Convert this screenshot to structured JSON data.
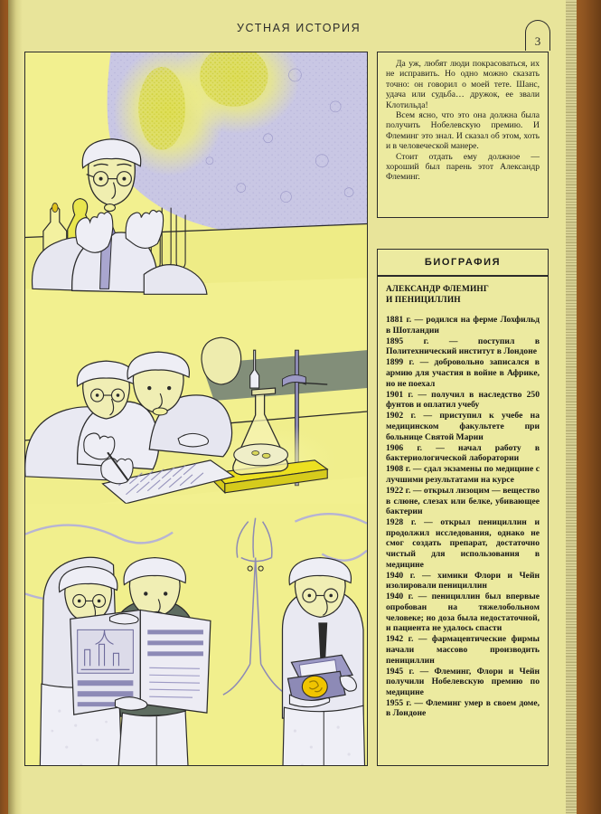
{
  "page": {
    "running_head": "УСТНАЯ ИСТОРИЯ",
    "page_number": "3",
    "paper_color": "#e8e49a",
    "ink_color": "#1b1b1b"
  },
  "intro": {
    "paragraphs": [
      "Да уж, любят люди покрасоваться, их не исправить. Но одно можно сказать точно: он говорил о моей тете. Шанс, удача или судьба… дружок, ее звали Клотильда!",
      "Всем ясно, что это она должна была получить Нобелевскую премию. И Флеминг это знал. И сказал об этом, хоть и в человеческой манере.",
      "Стоит отдать ему должное — хороший был парень этот Александр Флеминг."
    ]
  },
  "biography": {
    "section_header": "БИОГРАФИЯ",
    "title": "АЛЕКСАНДР ФЛЕМИНГ\nИ ПЕНИЦИЛЛИН",
    "entries": [
      {
        "year": "1881 г.",
        "text": "родился на ферме Лохфильд в Шотландии"
      },
      {
        "year": "1895 г.",
        "text": "поступил в Политехнический институт в Лондоне"
      },
      {
        "year": "1899 г.",
        "text": "добровольно записался в армию для участия в войне в Африке, но не поехал"
      },
      {
        "year": "1901 г.",
        "text": "получил в наследство 250 фунтов и оплатил учебу"
      },
      {
        "year": "1902 г.",
        "text": "приступил к учебе на медицинском факультете при больнице Святой Марии"
      },
      {
        "year": "1906 г.",
        "text": "начал работу в бактериологической лаборатории"
      },
      {
        "year": "1908 г.",
        "text": "сдал экзамены по медицине с лучшими результатами на курсе"
      },
      {
        "year": "1922 г.",
        "text": "открыл лизоцим — вещество в слюне, слезах или белке, убивающее бактерии"
      },
      {
        "year": "1928 г.",
        "text": "открыл пенициллин и продолжил исследования, однако не смог создать препарат, достаточно чистый для использования в медицине"
      },
      {
        "year": "1940 г.",
        "text": "химики Флори и Чейн изолировали пенициллин"
      },
      {
        "year": "1940 г.",
        "text": "пенициллин был впервые опробован на тяжелобольном человеке; но доза была недостаточной, и пациента не удалось спасти"
      },
      {
        "year": "1942 г.",
        "text": "фармацевтические фирмы начали массово производить пенициллин"
      },
      {
        "year": "1945 г.",
        "text": "Флеминг, Флори и Чейн получили Нобелевскую премию по медицине"
      },
      {
        "year": "1955 г.",
        "text": "Флеминг умер в своем доме, в Лондоне"
      }
    ]
  },
  "illustration": {
    "caption_alt": "Comic-style illustration: Alexander Fleming in his laboratory, scientists examining a flask with a petri dish, and three men with a newspaper and a Nobel medal",
    "palette": {
      "paper_yellow": "#f2f08f",
      "mold_green": "#d7d840",
      "lavender": "#c9c7e4",
      "line_ink": "#2b2b2b",
      "coat_white": "#e9e9f2",
      "suit_grey": "#5d6b5f",
      "gold": "#f0c400",
      "dark_panel": "#6b7a74"
    },
    "scenes": [
      {
        "name": "mold-colonies",
        "label": "penicillium colonies on petri dish"
      },
      {
        "name": "fleming-startled",
        "label": "Fleming surprised at lab bench"
      },
      {
        "name": "flask-observation",
        "label": "scientists watching flask and petri dish"
      },
      {
        "name": "nobel-award",
        "label": "men with newspaper and Nobel medal"
      }
    ]
  }
}
